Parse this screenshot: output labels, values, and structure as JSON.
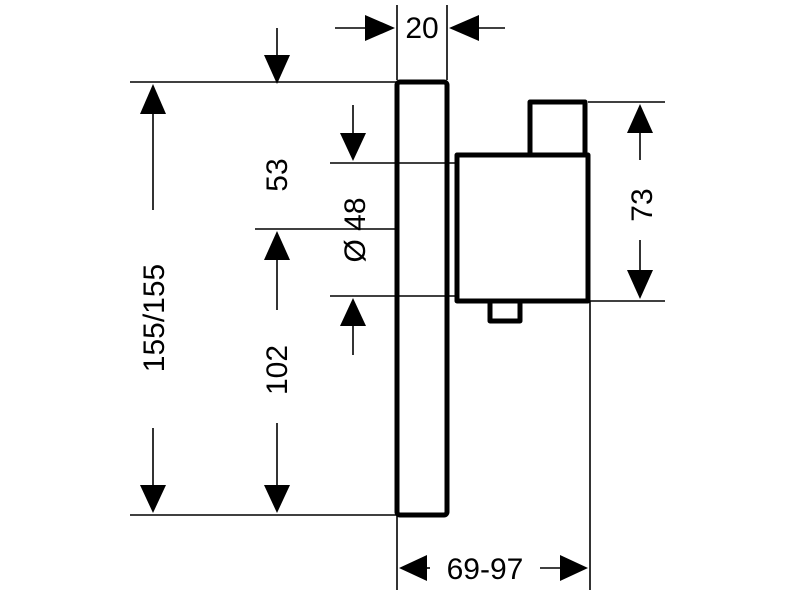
{
  "dimensions": {
    "width_top": "20",
    "total_height": "155/155",
    "upper_offset": "53",
    "lower_offset": "102",
    "diameter": "Ø 48",
    "body_height": "73",
    "depth": "69-97"
  },
  "colors": {
    "line": "#000000",
    "background": "#ffffff"
  }
}
